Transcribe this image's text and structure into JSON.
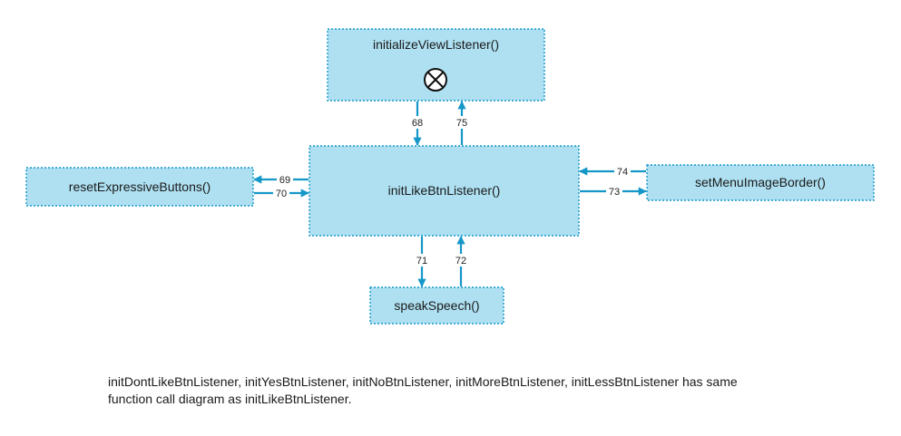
{
  "nodes": {
    "initialize_view_listener": {
      "label": "initializeViewListener()",
      "icon": "circle-x-icon"
    },
    "init_like_btn_listener": {
      "label": "initLikeBtnListener()"
    },
    "reset_expressive_buttons": {
      "label": "resetExpressiveButtons()"
    },
    "set_menu_image_border": {
      "label": "setMenuImageBorder()"
    },
    "speak_speech": {
      "label": "speakSpeech()"
    }
  },
  "edges": {
    "e68": {
      "label": "68",
      "from": "initializeViewListener()",
      "to": "initLikeBtnListener()"
    },
    "e75": {
      "label": "75",
      "from": "initLikeBtnListener()",
      "to": "initializeViewListener()"
    },
    "e69": {
      "label": "69",
      "from": "initLikeBtnListener()",
      "to": "resetExpressiveButtons()"
    },
    "e70": {
      "label": "70",
      "from": "resetExpressiveButtons()",
      "to": "initLikeBtnListener()"
    },
    "e74": {
      "label": "74",
      "from": "setMenuImageBorder()",
      "to": "initLikeBtnListener()"
    },
    "e73": {
      "label": "73",
      "from": "initLikeBtnListener()",
      "to": "setMenuImageBorder()"
    },
    "e71": {
      "label": "71",
      "from": "initLikeBtnListener()",
      "to": "speakSpeech()"
    },
    "e72": {
      "label": "72",
      "from": "speakSpeech()",
      "to": "initLikeBtnListener()"
    }
  },
  "note": {
    "line1": "initDontLikeBtnListener, initYesBtnListener, initNoBtnListener, initMoreBtnListener, initLessBtnListener has same",
    "line2": "function call diagram as initLikeBtnListener."
  },
  "colors": {
    "node_fill": "#aee0f1",
    "node_border": "#1597c8",
    "edge": "#1597c8"
  }
}
